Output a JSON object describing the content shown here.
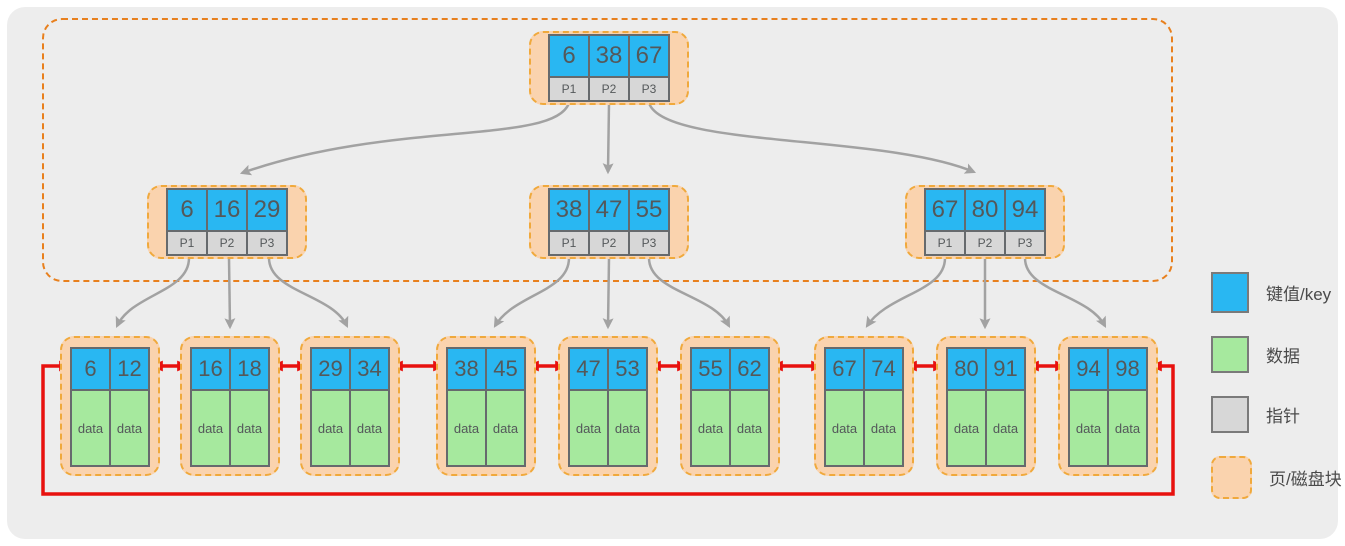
{
  "tree": {
    "root": {
      "keys": [
        "6",
        "38",
        "67"
      ],
      "pointers": [
        "P1",
        "P2",
        "P3"
      ]
    },
    "internal": [
      {
        "keys": [
          "6",
          "16",
          "29"
        ],
        "pointers": [
          "P1",
          "P2",
          "P3"
        ]
      },
      {
        "keys": [
          "38",
          "47",
          "55"
        ],
        "pointers": [
          "P1",
          "P2",
          "P3"
        ]
      },
      {
        "keys": [
          "67",
          "80",
          "94"
        ],
        "pointers": [
          "P1",
          "P2",
          "P3"
        ]
      }
    ],
    "leaves": [
      {
        "keys": [
          "6",
          "12"
        ],
        "data": [
          "data",
          "data"
        ]
      },
      {
        "keys": [
          "16",
          "18"
        ],
        "data": [
          "data",
          "data"
        ]
      },
      {
        "keys": [
          "29",
          "34"
        ],
        "data": [
          "data",
          "data"
        ]
      },
      {
        "keys": [
          "38",
          "45"
        ],
        "data": [
          "data",
          "data"
        ]
      },
      {
        "keys": [
          "47",
          "53"
        ],
        "data": [
          "data",
          "data"
        ]
      },
      {
        "keys": [
          "55",
          "62"
        ],
        "data": [
          "data",
          "data"
        ]
      },
      {
        "keys": [
          "67",
          "74"
        ],
        "data": [
          "data",
          "data"
        ]
      },
      {
        "keys": [
          "80",
          "91"
        ],
        "data": [
          "data",
          "data"
        ]
      },
      {
        "keys": [
          "94",
          "98"
        ],
        "data": [
          "data",
          "data"
        ]
      }
    ]
  },
  "legend": {
    "items": [
      {
        "label": "键值/key"
      },
      {
        "label": "数据"
      },
      {
        "label": "指针"
      },
      {
        "label": "页/磁盘块"
      }
    ]
  },
  "colors": {
    "key": "#29B7F2",
    "data": "#A6E99E",
    "pointer": "#D7D7D7",
    "page_fill": "#FAD3AE",
    "page_border": "#F0A93C",
    "container_border": "#E8801E",
    "tree_edge": "#A2A2A2",
    "linked_list": "#E8110E"
  }
}
